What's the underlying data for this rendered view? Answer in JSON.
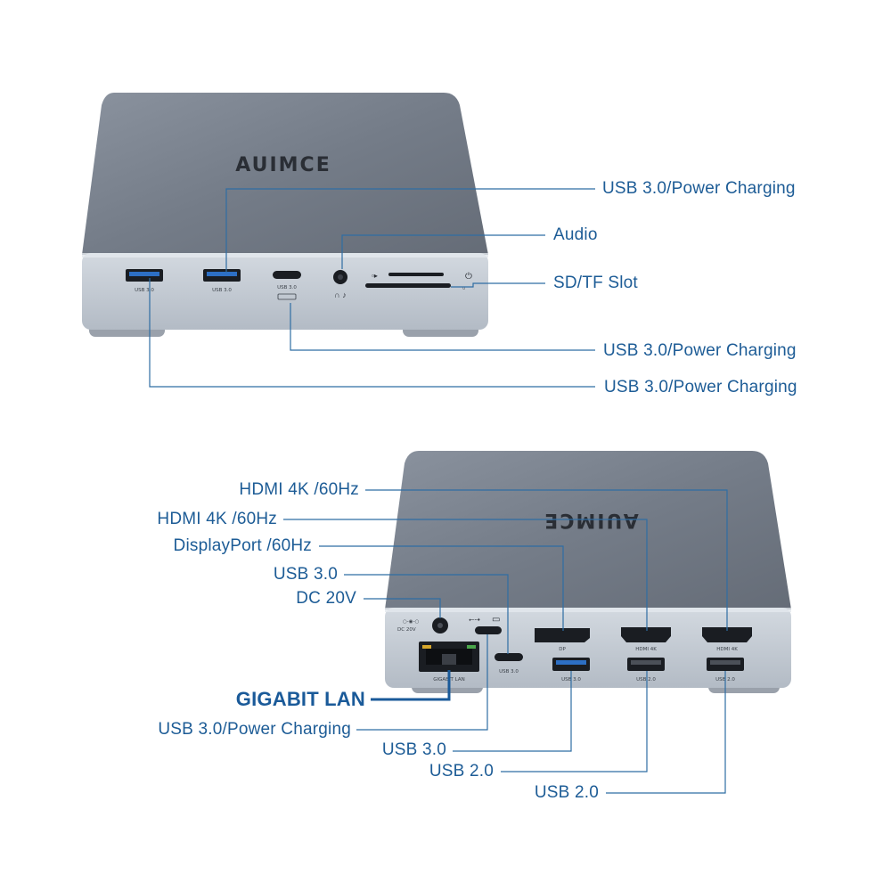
{
  "brand": "AUIMCE",
  "front": {
    "labels": [
      {
        "id": "front-usb30-power-charging-1",
        "text": "USB 3.0/Power Charging"
      },
      {
        "id": "front-audio",
        "text": "Audio"
      },
      {
        "id": "front-sd-tf-slot",
        "text": "SD/TF Slot"
      },
      {
        "id": "front-usb30-power-charging-2",
        "text": "USB 3.0/Power Charging"
      },
      {
        "id": "front-usb30-power-charging-3",
        "text": "USB 3.0/Power Charging"
      }
    ],
    "port_text": {
      "usb_a_1": "USB 3.0",
      "usb_a_2": "USB 3.0",
      "usb_c": "USB 3.0"
    }
  },
  "rear": {
    "labels": [
      {
        "id": "rear-hdmi-1",
        "text": "HDMI 4K /60Hz"
      },
      {
        "id": "rear-hdmi-2",
        "text": "HDMI 4K /60Hz"
      },
      {
        "id": "rear-displayport",
        "text": "DisplayPort /60Hz"
      },
      {
        "id": "rear-usb30-top",
        "text": "USB 3.0"
      },
      {
        "id": "rear-dc",
        "text": "DC 20V"
      },
      {
        "id": "rear-gigabit-lan",
        "text": "GIGABIT LAN"
      },
      {
        "id": "rear-usb30-power-charging",
        "text": "USB 3.0/Power Charging"
      },
      {
        "id": "rear-usb30-bottom",
        "text": "USB 3.0"
      },
      {
        "id": "rear-usb20-1",
        "text": "USB 2.0"
      },
      {
        "id": "rear-usb20-2",
        "text": "USB 2.0"
      }
    ],
    "port_text": {
      "dc": "DC 20V",
      "lan": "GIGABIT LAN",
      "usb_c": "USB 3.0",
      "dp": "DP",
      "hdmi_1": "HDMI 4K",
      "hdmi_2": "HDMI 4K",
      "usb_a_1": "USB 3.0",
      "usb_a_2": "USB 2.0",
      "usb_a_3": "USB 2.0"
    }
  },
  "colors": {
    "label": "#1d5c96",
    "line": "#2f6da3",
    "body_top": "#7d8591",
    "body_front": "#c4ccd5",
    "port": "#1a1d22",
    "usb_blue": "#2d6fc4"
  }
}
